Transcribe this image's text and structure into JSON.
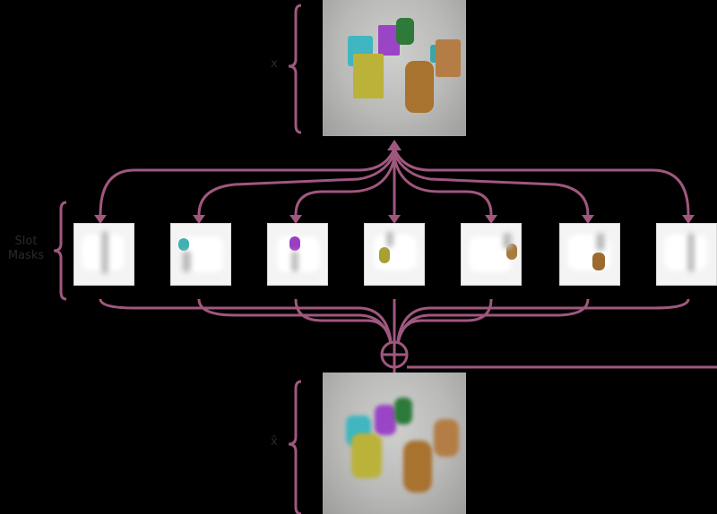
{
  "labels": {
    "input": "x",
    "output": "x̂",
    "slots": "Slot\nMasks",
    "combine": "⊕"
  },
  "slots": [
    {
      "caption": "",
      "obj_color": "#7e7e7e",
      "obj": "thin"
    },
    {
      "caption": "",
      "obj_color": "#3fb1b1",
      "obj": "cube-left"
    },
    {
      "caption": "",
      "obj_color": "#9a3fc4",
      "obj": "mid"
    },
    {
      "caption": "",
      "obj_color": "#a7a032",
      "obj": "mid-low"
    },
    {
      "caption": "",
      "obj_color": "#a97a3c",
      "obj": "right"
    },
    {
      "caption": "",
      "obj_color": "#9b6a2c",
      "obj": "low"
    },
    {
      "caption": "",
      "obj_color": "#6a6a6a",
      "obj": "thin"
    }
  ],
  "colors": {
    "connector": "#a0577f",
    "background": "#000000"
  }
}
